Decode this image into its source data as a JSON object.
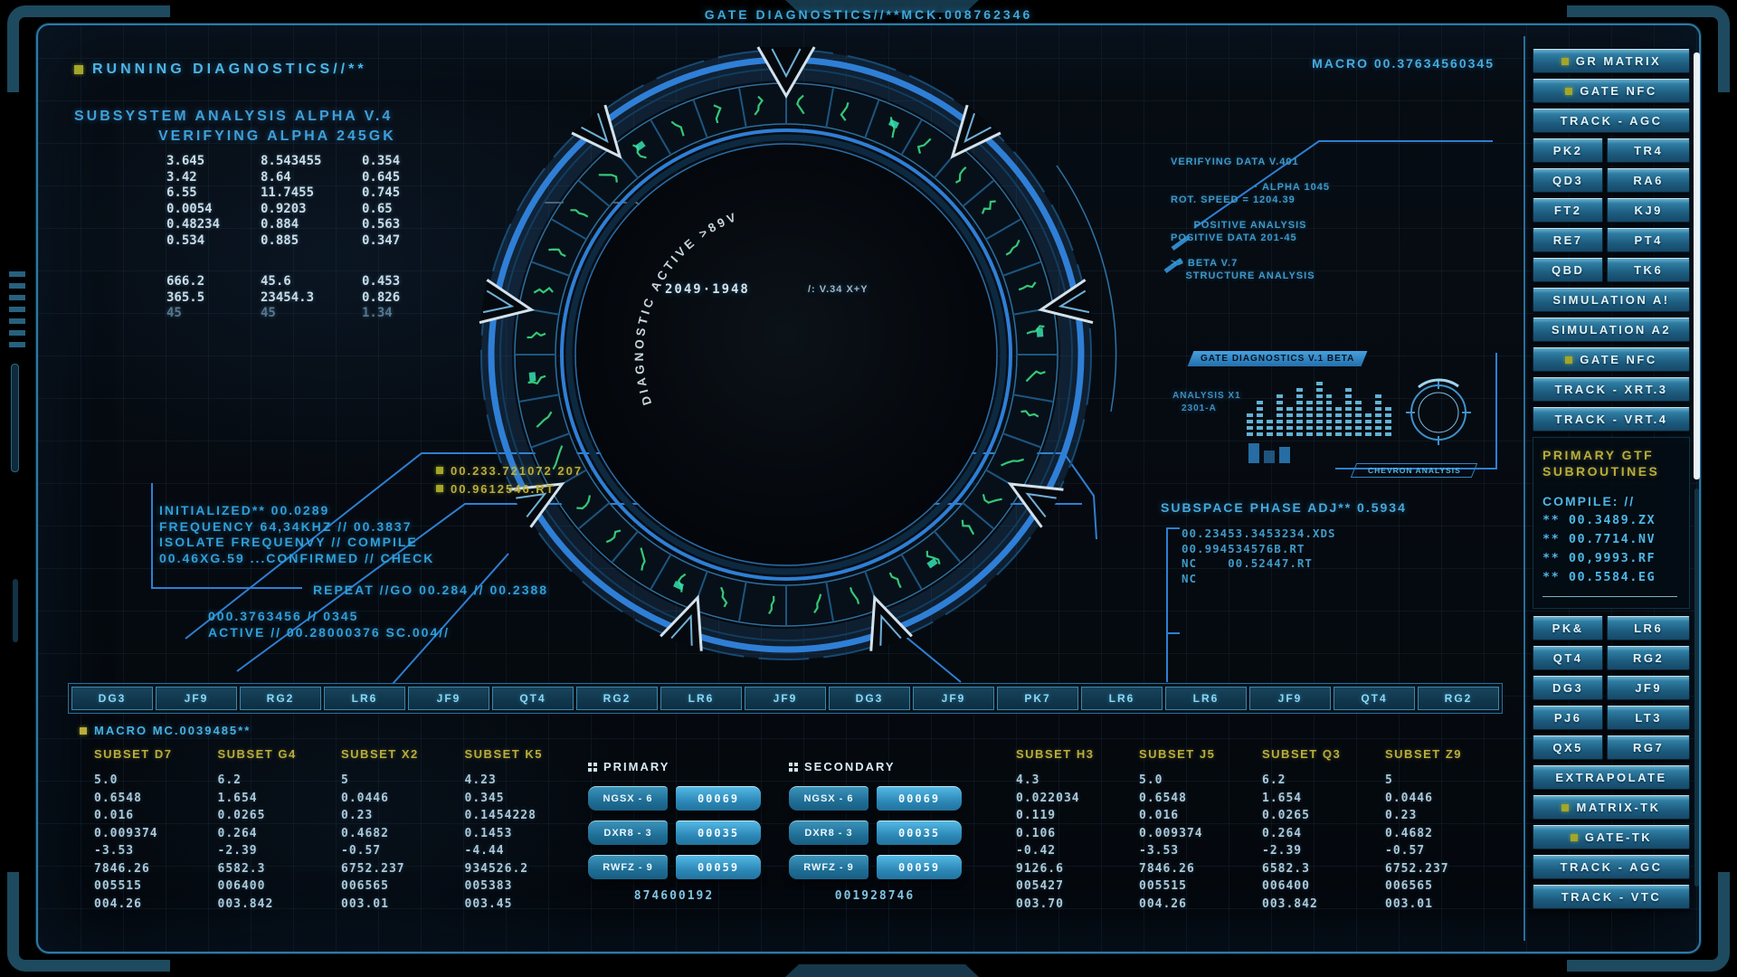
{
  "window": {
    "title": "GATE DIAGNOSTICS//**MCK.008762346"
  },
  "colors": {
    "accent_cyan": "#4db6e4",
    "accent_blue": "#2e7fd2",
    "accent_yellow": "#b3ab38",
    "glyph_green": "#3bdc82",
    "button_face": "#2a7ba0",
    "tab_fill": "#2e86c8"
  },
  "left": {
    "status": "RUNNING DIAGNOSTICS//**",
    "subsystem1": "SUBSYSTEM ANALYSIS ALPHA V.4",
    "subsystem2": "VERIFYING ALPHA 245GK",
    "grid1": [
      [
        "3.645",
        "8.543455",
        "0.354"
      ],
      [
        "3.42",
        "8.64",
        "0.645"
      ],
      [
        "6.55",
        "11.7455",
        "0.745"
      ],
      [
        "0.0054",
        "0.9203",
        "0.65"
      ],
      [
        "0.48234",
        "0.884",
        "0.563"
      ],
      [
        "0.534",
        "0.885",
        "0.347"
      ]
    ],
    "grid2": [
      [
        "666.2",
        "45.6",
        "0.453"
      ],
      [
        "365.5",
        "23454.3",
        "0.826"
      ]
    ],
    "grid2_dim": [
      "45",
      "45",
      "1.34"
    ],
    "tags": [
      "00.233.721072 207",
      "00.9612546.RT"
    ],
    "init_lines": [
      "INITIALIZED** 00.0289",
      "FREQUENCY 64,34KHZ // 00.3837",
      "ISOLATE FREQUENVY // COMPILE",
      "00.46XG.59 ...CONFIRMED // CHECK"
    ],
    "repeat_line": "REPEAT //GO 00.284 // 00.2388",
    "active_lines": [
      "000.3763456 // 0345",
      "ACTIVE // 00.28000376 SC.004//"
    ]
  },
  "center": {
    "arc_text": "DIAGNOSTIC ACTIVE >89V",
    "code": "2049·1948",
    "version": "/: V.34 X+Y"
  },
  "right_panel": {
    "macro_title": "MACRO 00.37634560345",
    "info_lines": [
      {
        "text": "VERIFYING DATA V.401",
        "al": "l"
      },
      {
        "text": "· ALPHA 1045",
        "al": "r"
      },
      {
        "text": "ROT. SPEED = 1204.39",
        "al": "l"
      },
      {
        "text": "POSITIVE ANALYSIS",
        "al": "c"
      },
      {
        "text": "POSITIVE DATA 201-45",
        "al": "l"
      },
      {
        "text": ">> BETA V.7",
        "al": "l"
      },
      {
        "text": "STRUCTURE ANALYSIS",
        "al": "c"
      }
    ],
    "panel_tab": "GATE DIAGNOSTICS V.1 BETA",
    "analysis_label": "ANALYSIS X1",
    "analysis_code": "2301-A",
    "eq_bars": [
      4,
      6,
      3,
      7,
      5,
      8,
      6,
      9,
      7,
      5,
      8,
      6,
      4,
      7,
      5
    ],
    "chevron_tab": "CHEVRON ANALYSIS",
    "subspace_title": "SUBSPACE PHASE ADJ** 0.5934",
    "subspace_lines": [
      "00.23453.3453234.XDS",
      "00.994534576B.RT",
      "NC    00.52447.RT",
      "NC"
    ]
  },
  "sidebar": {
    "top_items": [
      {
        "led": 1,
        "label": "GR MATRIX"
      },
      {
        "led": 1,
        "label": "GATE NFC"
      },
      {
        "wide": 1,
        "label": "TRACK - AGC"
      },
      {
        "left": "PK2",
        "right": "TR4"
      },
      {
        "left": "QD3",
        "right": "RA6"
      },
      {
        "left": "FT2",
        "right": "KJ9"
      },
      {
        "left": "RE7",
        "right": "PT4"
      },
      {
        "left": "QBD",
        "right": "TK6"
      },
      {
        "wide": 1,
        "label": "SIMULATION A!"
      },
      {
        "wide": 1,
        "label": "SIMULATION A2"
      },
      {
        "led": 1,
        "label": "GATE NFC"
      },
      {
        "wide": 1,
        "label": "TRACK - XRT.3"
      },
      {
        "wide": 1,
        "label": "TRACK - VRT.4"
      }
    ],
    "panel": {
      "title1": "PRIMARY GTF",
      "title2": "SUBROUTINES",
      "compile": "COMPILE: //",
      "codes": [
        "** 00.3489.ZX",
        "** 00.7714.NV",
        "** 00,9993.RF",
        "** 00.5584.EG"
      ]
    },
    "bottom_items": [
      {
        "left": "PK&",
        "right": "LR6"
      },
      {
        "left": "QT4",
        "right": "RG2"
      },
      {
        "left": "DG3",
        "right": "JF9"
      },
      {
        "left": "PJ6",
        "right": "LT3"
      },
      {
        "left": "QX5",
        "right": "RG7"
      },
      {
        "wide": 1,
        "label": "EXTRAPOLATE"
      },
      {
        "led": 1,
        "label": "MATRIX-TK"
      },
      {
        "led": 1,
        "label": "GATE-TK"
      },
      {
        "wide": 1,
        "label": "TRACK - AGC"
      },
      {
        "wide": 1,
        "label": "TRACK - VTC"
      }
    ]
  },
  "bottom": {
    "nav_buttons": [
      "DG3",
      "JF9",
      "RG2",
      "LR6",
      "JF9",
      "QT4",
      "RG2",
      "LR6",
      "JF9",
      "DG3",
      "JF9",
      "PK7",
      "LR6",
      "LR6",
      "JF9",
      "QT4",
      "RG2"
    ],
    "macro_line": "MACRO MC.0039485**",
    "subsets_left": [
      {
        "name": "SUBSET D7",
        "values": [
          "5.0",
          "0.6548",
          "0.016",
          "0.009374",
          "-3.53",
          "7846.26",
          "005515",
          "004.26"
        ]
      },
      {
        "name": "SUBSET G4",
        "values": [
          "6.2",
          "1.654",
          "0.0265",
          "0.264",
          "-2.39",
          "6582.3",
          "006400",
          "003.842"
        ]
      },
      {
        "name": "SUBSET X2",
        "values": [
          "5",
          "0.0446",
          "0.23",
          "0.4682",
          "-0.57",
          "6752.237",
          "006565",
          "003.01"
        ]
      },
      {
        "name": "SUBSET K5",
        "values": [
          "4.23",
          "0.345",
          "0.1454228",
          "0.1453",
          "-4.44",
          "934526.2",
          "005383",
          "003.45"
        ]
      }
    ],
    "subsets_right": [
      {
        "name": "SUBSET H3",
        "values": [
          "4.3",
          "0.022034",
          "0.119",
          "0.106",
          "-0.42",
          "9126.6",
          "005427",
          "003.70"
        ]
      },
      {
        "name": "SUBSET J5",
        "values": [
          "5.0",
          "0.6548",
          "0.016",
          "0.009374",
          "-3.53",
          "7846.26",
          "005515",
          "004.26"
        ]
      },
      {
        "name": "SUBSET Q3",
        "values": [
          "6.2",
          "1.654",
          "0.0265",
          "0.264",
          "-2.39",
          "6582.3",
          "006400",
          "003.842"
        ]
      },
      {
        "name": "SUBSET Z9",
        "values": [
          "5",
          "0.0446",
          "0.23",
          "0.4682",
          "-0.57",
          "6752.237",
          "006565",
          "003.01"
        ]
      }
    ],
    "primary": {
      "title": "PRIMARY",
      "rows": [
        {
          "code": "NGSX - 6",
          "value": "00069"
        },
        {
          "code": "DXR8 - 3",
          "value": "00035"
        },
        {
          "code": "RWFZ - 9",
          "value": "00059"
        }
      ],
      "total": "874600192"
    },
    "secondary": {
      "title": "SECONDARY",
      "rows": [
        {
          "code": "NGSX - 6",
          "value": "00069"
        },
        {
          "code": "DXR8 - 3",
          "value": "00035"
        },
        {
          "code": "RWFZ - 9",
          "value": "00059"
        }
      ],
      "total": "001928746"
    }
  }
}
